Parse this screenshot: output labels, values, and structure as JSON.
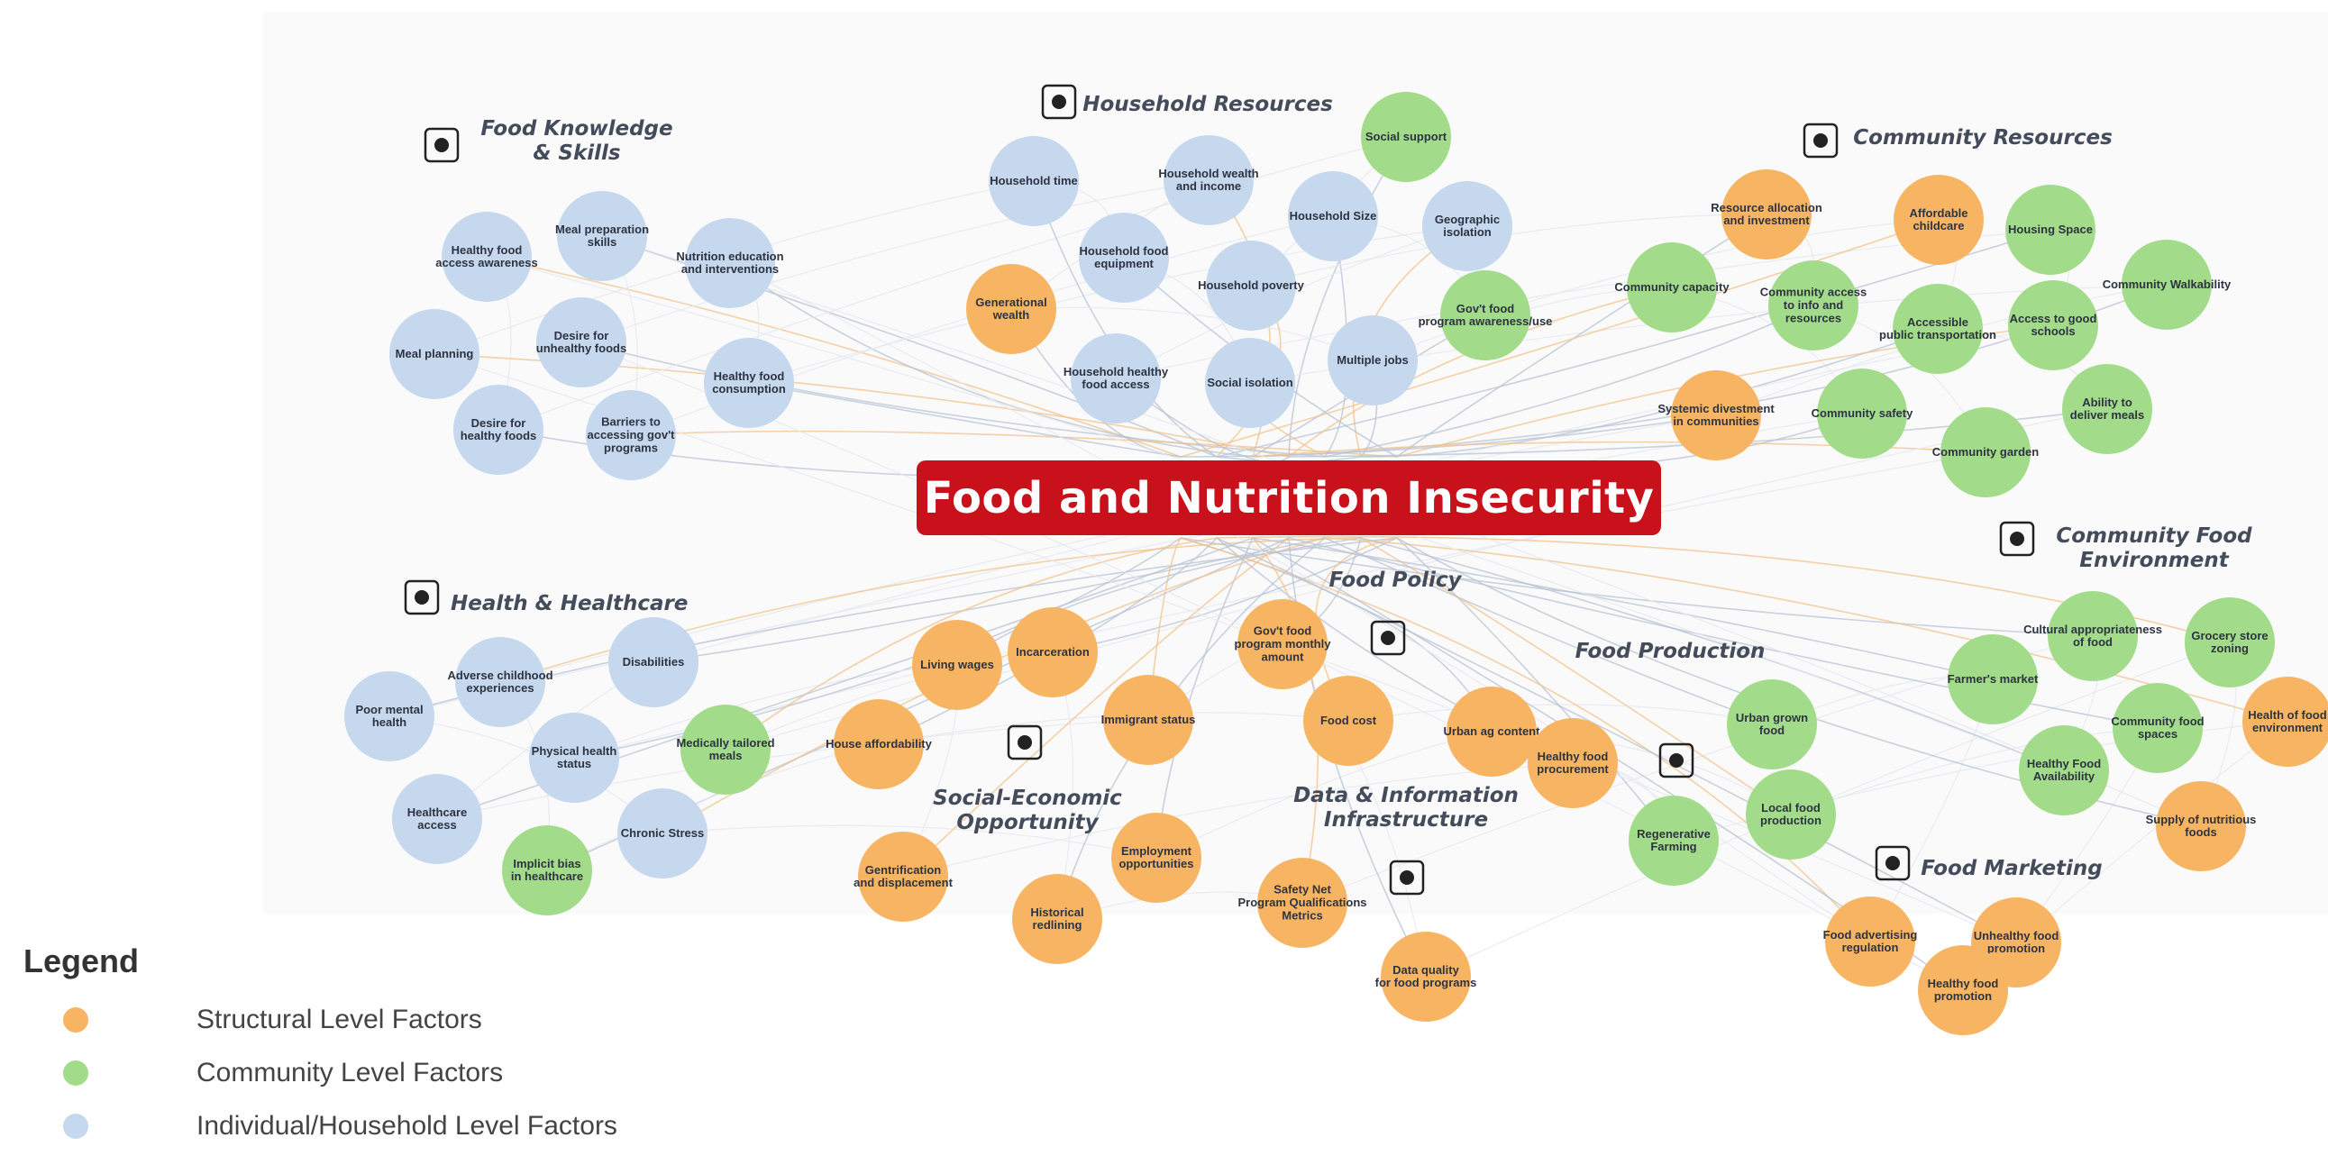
{
  "title": "Food and Nutrition Insecurity",
  "colors": {
    "structural": "#f7b563",
    "community": "#a2dc8a",
    "individual": "#c5d8ee",
    "title_bg": "#c8111a"
  },
  "clusters": [
    {
      "id": "fks",
      "label": "Food Knowledge\n& Skills",
      "icon": "head-gears-icon"
    },
    {
      "id": "hhr",
      "label": "Household Resources",
      "icon": "house-family-icon"
    },
    {
      "id": "cr",
      "label": "Community Resources",
      "icon": "community-network-icon"
    },
    {
      "id": "cfe",
      "label": "Community Food\nEnvironment",
      "icon": "market-stand-icon"
    },
    {
      "id": "hh",
      "label": "Health & Healthcare",
      "icon": "medical-clipboard-icon"
    },
    {
      "id": "fp",
      "label": "Food Policy",
      "icon": "gavel-document-icon"
    },
    {
      "id": "fprod",
      "label": "Food Production",
      "icon": ""
    },
    {
      "id": "seo",
      "label": "Social-Economic\nOpportunity",
      "icon": "money-chart-icon"
    },
    {
      "id": "dii",
      "label": "Data & Information\nInfrastructure",
      "icon": "pen-document-icon"
    },
    {
      "id": "fm",
      "label": "Food Marketing",
      "icon": "megaphone-icon"
    },
    {
      "id": "regen",
      "label": "",
      "icon": "farm-cycle-icon"
    }
  ],
  "nodes": [
    {
      "id": "healthy-food-awareness",
      "label": "Healthy food\naccess awareness",
      "level": "individual"
    },
    {
      "id": "meal-prep-skills",
      "label": "Meal preparation\nskills",
      "level": "individual"
    },
    {
      "id": "nutrition-education",
      "label": "Nutrition education\nand interventions",
      "level": "individual"
    },
    {
      "id": "meal-planning",
      "label": "Meal planning",
      "level": "individual"
    },
    {
      "id": "desire-unhealthy",
      "label": "Desire for\nunhealthy foods",
      "level": "individual"
    },
    {
      "id": "desire-healthy",
      "label": "Desire for\nhealthy foods",
      "level": "individual"
    },
    {
      "id": "barriers-govt",
      "label": "Barriers to\naccessing gov't\nprograms",
      "level": "individual"
    },
    {
      "id": "healthy-food-consumption",
      "label": "Healthy food\nconsumption",
      "level": "individual"
    },
    {
      "id": "household-time",
      "label": "Household time",
      "level": "individual"
    },
    {
      "id": "household-wealth",
      "label": "Household wealth\nand income",
      "level": "individual"
    },
    {
      "id": "social-support",
      "label": "Social support",
      "level": "community"
    },
    {
      "id": "household-size",
      "label": "Household Size",
      "level": "individual"
    },
    {
      "id": "geographic-isolation",
      "label": "Geographic\nisolation",
      "level": "individual"
    },
    {
      "id": "household-food-equipment",
      "label": "Household food\nequipment",
      "level": "individual"
    },
    {
      "id": "generational-wealth",
      "label": "Generational\nwealth",
      "level": "structural"
    },
    {
      "id": "household-poverty",
      "label": "Household poverty",
      "level": "individual"
    },
    {
      "id": "govt-food-awareness",
      "label": "Gov't food\nprogram awareness/use",
      "level": "community"
    },
    {
      "id": "household-healthy-access",
      "label": "Household healthy\nfood access",
      "level": "individual"
    },
    {
      "id": "social-isolation",
      "label": "Social isolation",
      "level": "individual"
    },
    {
      "id": "multiple-jobs",
      "label": "Multiple jobs",
      "level": "individual"
    },
    {
      "id": "resource-allocation",
      "label": "Resource allocation\nand investment",
      "level": "structural"
    },
    {
      "id": "affordable-childcare",
      "label": "Affordable\nchildcare",
      "level": "structural"
    },
    {
      "id": "housing-space",
      "label": "Housing Space",
      "level": "community"
    },
    {
      "id": "community-walkability",
      "label": "Community Walkability",
      "level": "community"
    },
    {
      "id": "community-capacity",
      "label": "Community capacity",
      "level": "community"
    },
    {
      "id": "community-access-info",
      "label": "Community access\nto info and\nresources",
      "level": "community"
    },
    {
      "id": "public-transport",
      "label": "Accessible\npublic transportation",
      "level": "community"
    },
    {
      "id": "good-schools",
      "label": "Access to good\nschools",
      "level": "community"
    },
    {
      "id": "systemic-divestment",
      "label": "Systemic divestment\nin communities",
      "level": "structural"
    },
    {
      "id": "community-safety",
      "label": "Community safety",
      "level": "community"
    },
    {
      "id": "community-garden",
      "label": "Community garden",
      "level": "community"
    },
    {
      "id": "deliver-meals",
      "label": "Ability to\ndeliver meals",
      "level": "community"
    },
    {
      "id": "disabilities",
      "label": "Disabilities",
      "level": "individual"
    },
    {
      "id": "adverse-childhood",
      "label": "Adverse childhood\nexperiences",
      "level": "individual"
    },
    {
      "id": "poor-mental-health",
      "label": "Poor mental\nhealth",
      "level": "individual"
    },
    {
      "id": "physical-health",
      "label": "Physical health\nstatus",
      "level": "individual"
    },
    {
      "id": "medically-tailored",
      "label": "Medically tailored\nmeals",
      "level": "community"
    },
    {
      "id": "healthcare-access",
      "label": "Healthcare\naccess",
      "level": "individual"
    },
    {
      "id": "implicit-bias",
      "label": "Implicit bias\nin healthcare",
      "level": "community"
    },
    {
      "id": "chronic-stress",
      "label": "Chronic Stress",
      "level": "individual"
    },
    {
      "id": "living-wages",
      "label": "Living wages",
      "level": "structural"
    },
    {
      "id": "incarceration",
      "label": "Incarceration",
      "level": "structural"
    },
    {
      "id": "immigrant-status",
      "label": "Immigrant status",
      "level": "structural"
    },
    {
      "id": "house-affordability",
      "label": "House affordability",
      "level": "structural"
    },
    {
      "id": "employment",
      "label": "Employment\nopportunities",
      "level": "structural"
    },
    {
      "id": "gentrification",
      "label": "Gentrification\nand displacement",
      "level": "structural"
    },
    {
      "id": "historical-redlining",
      "label": "Historical\nredlining",
      "level": "structural"
    },
    {
      "id": "govt-monthly-amount",
      "label": "Gov't food\nprogram monthly\namount",
      "level": "structural"
    },
    {
      "id": "food-cost",
      "label": "Food cost",
      "level": "structural"
    },
    {
      "id": "urban-ag",
      "label": "Urban ag content",
      "level": "structural"
    },
    {
      "id": "healthy-procurement",
      "label": "Healthy food\nprocurement",
      "level": "structural"
    },
    {
      "id": "safety-net-metrics",
      "label": "Safety Net\nProgram Qualifications\nMetrics",
      "level": "structural"
    },
    {
      "id": "data-quality",
      "label": "Data quality\nfor food programs",
      "level": "structural"
    },
    {
      "id": "urban-grown",
      "label": "Urban grown\nfood",
      "level": "community"
    },
    {
      "id": "local-food",
      "label": "Local food\nproduction",
      "level": "community"
    },
    {
      "id": "regenerative-farming",
      "label": "Regenerative\nFarming",
      "level": "community"
    },
    {
      "id": "cultural-appropriateness",
      "label": "Cultural appropriateness\nof food",
      "level": "community"
    },
    {
      "id": "grocery-zoning",
      "label": "Grocery store\nzoning",
      "level": "community"
    },
    {
      "id": "farmers-market",
      "label": "Farmer's market",
      "level": "community"
    },
    {
      "id": "community-food-spaces",
      "label": "Community food\nspaces",
      "level": "community"
    },
    {
      "id": "health-food-env",
      "label": "Health of food\nenvironment",
      "level": "structural"
    },
    {
      "id": "healthy-food-availability",
      "label": "Healthy Food\nAvailability",
      "level": "community"
    },
    {
      "id": "supply-nutritious",
      "label": "Supply of nutritious\nfoods",
      "level": "structural"
    },
    {
      "id": "food-advertising",
      "label": "Food advertising\nregulation",
      "level": "structural"
    },
    {
      "id": "unhealthy-promotion",
      "label": "Unhealthy food\npromotion",
      "level": "structural"
    },
    {
      "id": "healthy-promotion",
      "label": "Healthy food\npromotion",
      "level": "structural"
    }
  ],
  "legend": {
    "title": "Legend",
    "items": [
      {
        "label": "Structural Level Factors",
        "color": "#f7b563"
      },
      {
        "label": "Community Level Factors",
        "color": "#a2dc8a"
      },
      {
        "label": "Individual/Household Level Factors",
        "color": "#c5d8ee"
      }
    ]
  }
}
